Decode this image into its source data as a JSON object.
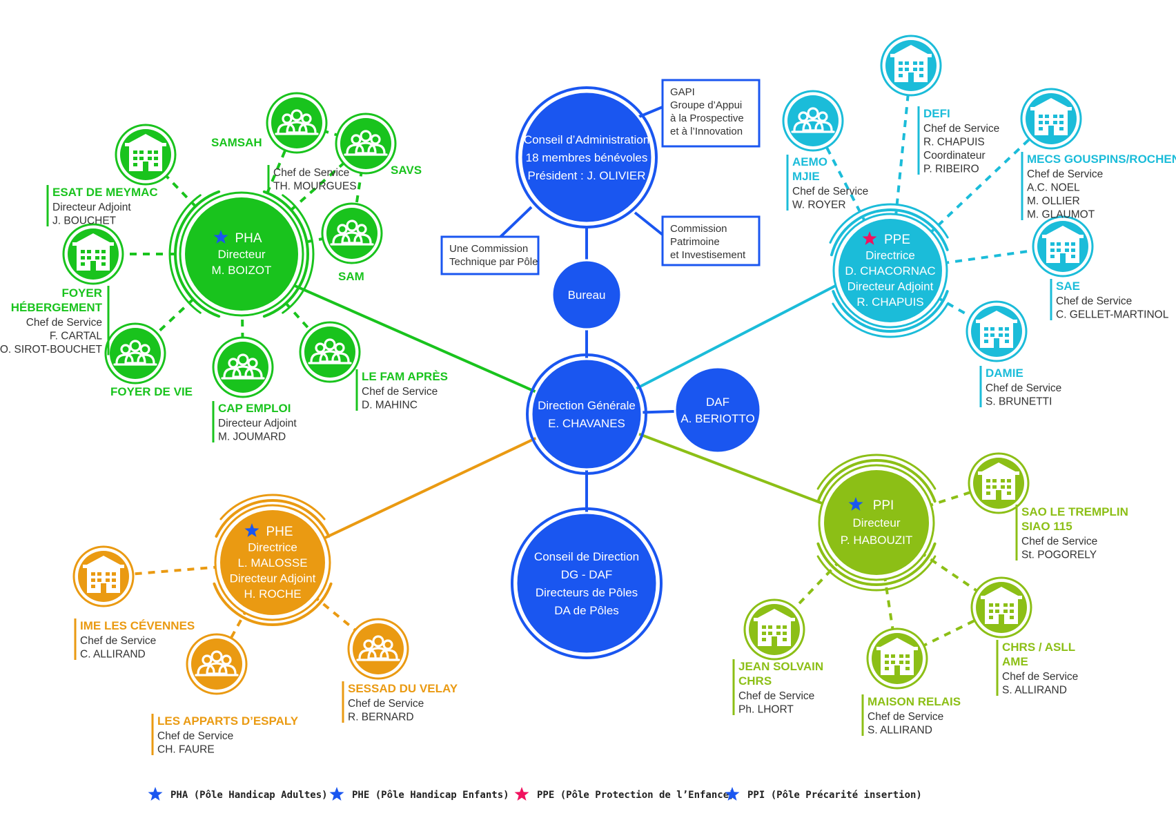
{
  "colors": {
    "blue": "#1a56f0",
    "green": "#19c31d",
    "cyan": "#1bbcd9",
    "orange": "#ea9a12",
    "olive": "#8cbf16",
    "star_pink": "#f0135f",
    "star_blue": "#1a56f0",
    "box_border": "#1a56f0"
  },
  "central": {
    "ca": [
      "Conseil d’Administration",
      "18 membres bénévoles",
      "Président : J. OLIVIER"
    ],
    "bureau": "Bureau",
    "dg": [
      "Direction Générale",
      "E. CHAVANES"
    ],
    "daf": [
      "DAF",
      "A. BERIOTTO"
    ],
    "cd": [
      "Conseil de Direction",
      "DG - DAF",
      "Directeurs de Pôles",
      "DA de Pôles"
    ]
  },
  "boxes": {
    "gapi": [
      "GAPI",
      "Groupe d’Appui",
      "à la Prospective",
      "et à l’Innovation"
    ],
    "commission": [
      "Commission",
      "Patrimoine",
      "et Investisement"
    ],
    "technique": [
      "Une Commission",
      "Technique par Pôle"
    ]
  },
  "poles": {
    "pha": {
      "code": "PHA",
      "lines": [
        "Directeur",
        "M. BOIZOT"
      ]
    },
    "ppe": {
      "code": "PPE",
      "lines": [
        "Directrice",
        "D. CHACORNAC",
        "Directeur Adjoint",
        "R. CHAPUIS"
      ]
    },
    "phe": {
      "code": "PHE",
      "lines": [
        "Directrice",
        "L. MALOSSE",
        "Directeur Adjoint",
        "H. ROCHE"
      ]
    },
    "ppi": {
      "code": "PPI",
      "lines": [
        "Directeur",
        "P. HABOUZIT"
      ]
    }
  },
  "services": {
    "samsah": {
      "title": [
        "SAMSAH"
      ],
      "lines": []
    },
    "savs": {
      "title": [
        "SAVS"
      ],
      "lines": []
    },
    "sam": {
      "title": [
        "SAM"
      ],
      "lines": []
    },
    "samsah_shared": {
      "title": [],
      "lines": [
        "Chef de Service",
        "TH. MOURGUES"
      ]
    },
    "esat": {
      "title": [
        "ESAT DE MEYMAC"
      ],
      "lines": [
        "Directeur Adjoint",
        "J. BOUCHET"
      ]
    },
    "foyer_heb": {
      "title": [
        "FOYER",
        "HÉBERGEMENT"
      ],
      "lines": [
        "Chef de Service",
        "F. CARTAL",
        "O. SIROT-BOUCHET"
      ]
    },
    "foyer_vie": {
      "title": [
        "FOYER DE VIE"
      ],
      "lines": []
    },
    "cap_emploi": {
      "title": [
        "CAP EMPLOI"
      ],
      "lines": [
        "Directeur Adjoint",
        "M. JOUMARD"
      ]
    },
    "fam": {
      "title": [
        "LE FAM APRÈS"
      ],
      "lines": [
        "Chef de Service",
        "D. MAHINC"
      ]
    },
    "aemo": {
      "title": [
        "AEMO",
        "MJIE"
      ],
      "lines": [
        "Chef de Service",
        "W. ROYER"
      ]
    },
    "defi": {
      "title": [
        "DEFI"
      ],
      "lines": [
        "Chef de Service",
        "R. CHAPUIS",
        "Coordinateur",
        "P. RIBEIRO"
      ]
    },
    "mecs": {
      "title": [
        "MECS GOUSPINS/ROCHENÉGLY"
      ],
      "lines": [
        "Chef de Service",
        "A.C. NOEL",
        "M. OLLIER",
        "M. GLAUMOT"
      ]
    },
    "sae": {
      "title": [
        "SAE"
      ],
      "lines": [
        "Chef de Service",
        "C. GELLET-MARTINOL"
      ]
    },
    "damie": {
      "title": [
        "DAMIE"
      ],
      "lines": [
        "Chef de Service",
        "S. BRUNETTI"
      ]
    },
    "ime": {
      "title": [
        "IME LES CÉVENNES"
      ],
      "lines": [
        "Chef de Service",
        "C. ALLIRAND"
      ]
    },
    "apparts": {
      "title": [
        "LES APPARTS D’ESPALY"
      ],
      "lines": [
        "Chef de Service",
        "CH. FAURE"
      ]
    },
    "sessad": {
      "title": [
        "SESSAD DU VELAY"
      ],
      "lines": [
        "Chef de Service",
        "R. BERNARD"
      ]
    },
    "sao": {
      "title": [
        "SAO LE TREMPLIN",
        "SIAO 115"
      ],
      "lines": [
        "Chef de Service",
        "St. POGORELY"
      ]
    },
    "jean": {
      "title": [
        "JEAN SOLVAIN",
        "CHRS"
      ],
      "lines": [
        "Chef de Service",
        "Ph. LHORT"
      ]
    },
    "maison": {
      "title": [
        "MAISON RELAIS"
      ],
      "lines": [
        "Chef de Service",
        "S. ALLIRAND"
      ]
    },
    "chrs": {
      "title": [
        "CHRS / ASLL",
        "AME"
      ],
      "lines": [
        "Chef de Service",
        "S. ALLIRAND"
      ]
    }
  },
  "legend": [
    {
      "star": "blue",
      "text": "PHA (Pôle Handicap Adultes)"
    },
    {
      "star": "blue",
      "text": "PHE (Pôle Handicap Enfants)"
    },
    {
      "star": "pink",
      "text": "PPE (Pôle Protection de l’Enfance)"
    },
    {
      "star": "blue",
      "text": "PPI (Pôle Précarité insertion)"
    }
  ]
}
